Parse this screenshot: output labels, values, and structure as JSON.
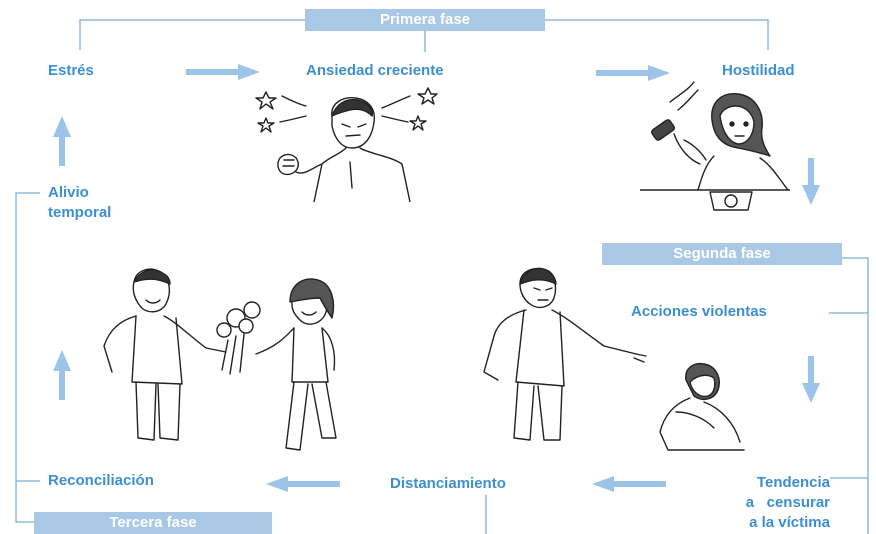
{
  "phases": {
    "first": "Primera fase",
    "second": "Segunda fase",
    "third": "Tercera fase"
  },
  "stages": {
    "stress": "Estrés",
    "anxiety": "Ansiedad creciente",
    "hostility": "Hostilidad",
    "violent_actions": "Acciones violentas",
    "blame_victim": [
      "Tendencia",
      "a   censurar",
      "a la víctima"
    ],
    "distancing": "Distanciamiento",
    "reconciliation": "Reconciliación",
    "relief": [
      "Alivio",
      "temporal"
    ]
  },
  "colors": {
    "accent_text": "#3d8fd1",
    "phase_box": "#a9c8e6",
    "arrow": "#9cc3e8",
    "line": "#7aaedb"
  }
}
